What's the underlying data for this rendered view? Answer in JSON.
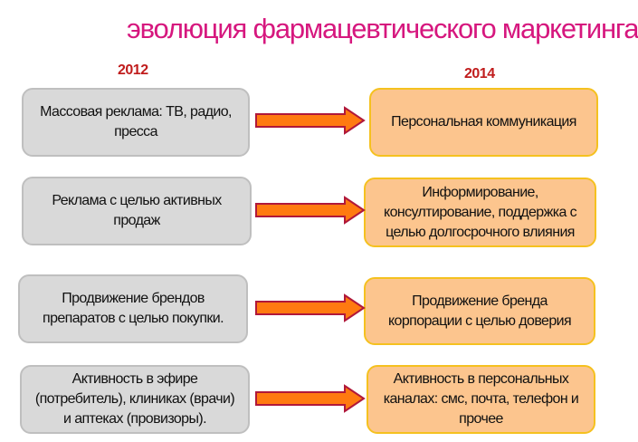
{
  "title": "эволюция фармацевтического маркетинга",
  "years": {
    "left": "2012",
    "right": "2014"
  },
  "rows": [
    {
      "from": "Массовая реклама: ТВ, радио,\nпресса",
      "to": "Персональная коммуникация"
    },
    {
      "from": "Реклама с целью активных\nпродаж",
      "to": "Информирование,\nконсултирование, поддержка с\nцелью долгосрочного влияния"
    },
    {
      "from": "Продвижение брендов\nпрепаратов с целью покупки.",
      "to": "Продвижение бренда\nкорпорации с целью доверия"
    },
    {
      "from": "Активность в эфире\n(потребитель), клиниках (врачи)\nи аптеках (провизоры).",
      "to": "Активность в персональных\nканалах: смс, почта, телефон и\nпрочее"
    }
  ],
  "colors": {
    "title": "#d6177e",
    "year": "#c01c1c",
    "arrow_fill": "#ff7a10",
    "arrow_stroke": "#b0183a"
  }
}
